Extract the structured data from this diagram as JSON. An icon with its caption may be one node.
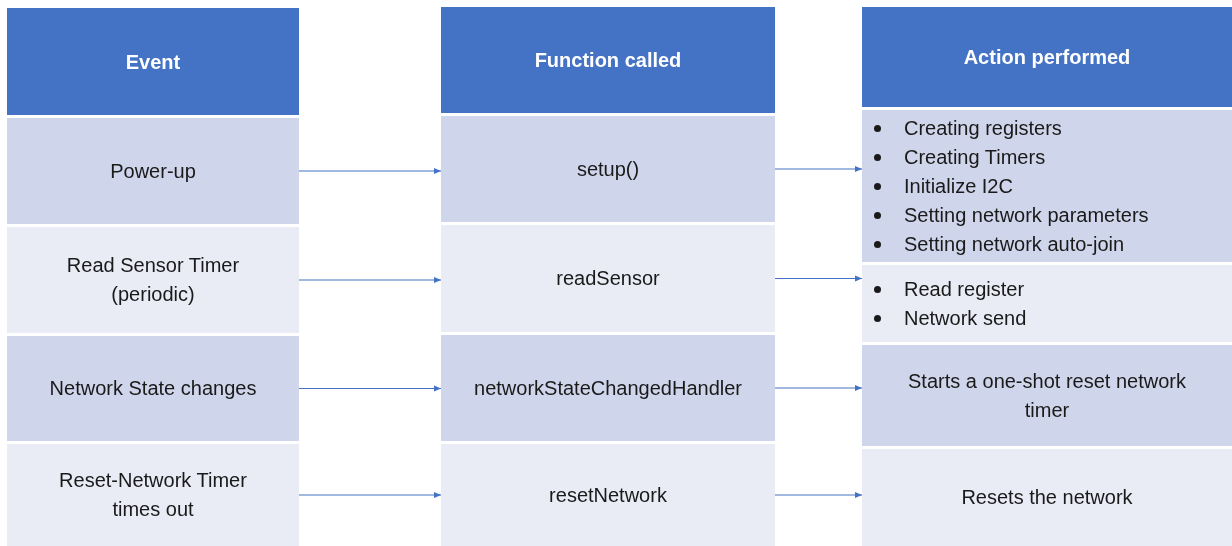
{
  "diagram": {
    "nodes": [
      {
        "text": [
          "Event"
        ]
      },
      {
        "text": [
          "Power-up"
        ]
      },
      {
        "text": [
          "Read Sensor Timer (periodic)"
        ]
      },
      {
        "text": [
          "Network State changes"
        ]
      },
      {
        "text": [
          "Reset-Network Timer times out"
        ]
      },
      {
        "text": [
          "Function called"
        ]
      },
      {
        "text": [
          "setup()"
        ]
      },
      {
        "text": [
          "readSensor"
        ]
      },
      {
        "text": [
          "networkStateChangedHandler"
        ]
      },
      {
        "text": [
          "resetNetwork"
        ]
      },
      {
        "text": [
          "Action performed"
        ]
      },
      {
        "text": [
          "Creating registers",
          "Creating Timers",
          "Initialize I2C",
          "Setting network parameters",
          "Setting network auto-join"
        ]
      },
      {
        "text": [
          "Read register",
          "Network send"
        ]
      },
      {
        "text": [
          "Starts a one-shot reset network timer"
        ]
      },
      {
        "text": [
          "Resets the network"
        ]
      }
    ],
    "edges": [
      {
        "from": 1,
        "to": 6,
        "arrow": "to"
      },
      {
        "from": 2,
        "to": 7,
        "arrow": "to"
      },
      {
        "from": 3,
        "to": 8,
        "arrow": "to"
      },
      {
        "from": 4,
        "to": 9,
        "arrow": "to"
      },
      {
        "from": 6,
        "to": 11,
        "arrow": "to"
      },
      {
        "from": 7,
        "to": 12,
        "arrow": "to"
      },
      {
        "from": 8,
        "to": 13,
        "arrow": "to"
      },
      {
        "from": 9,
        "to": 14,
        "arrow": "to"
      }
    ]
  }
}
